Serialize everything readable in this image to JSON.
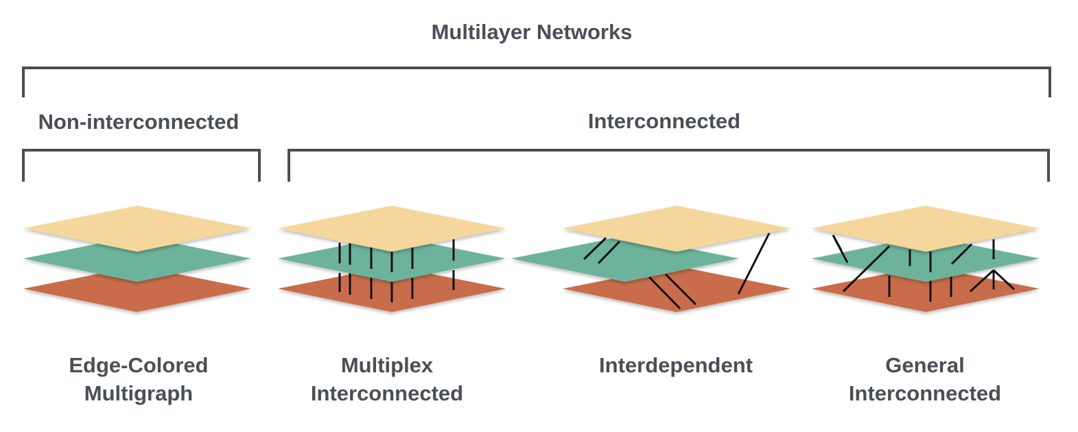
{
  "title": "Multilayer Networks",
  "groups": {
    "left": "Non-interconnected",
    "right": "Interconnected"
  },
  "types": [
    {
      "line1": "Edge-Colored",
      "line2": "Multigraph"
    },
    {
      "line1": "Multiplex",
      "line2": "Interconnected"
    },
    {
      "line1": "Interdependent",
      "line2": ""
    },
    {
      "line1": "General",
      "line2": "Interconnected"
    }
  ],
  "colors": {
    "top_layer": "#f5d69c",
    "middle_layer": "#6db39c",
    "bottom_layer": "#c96c4c",
    "bracket": "#4a4f56",
    "text": "#4a4f56",
    "links": "#111111"
  }
}
